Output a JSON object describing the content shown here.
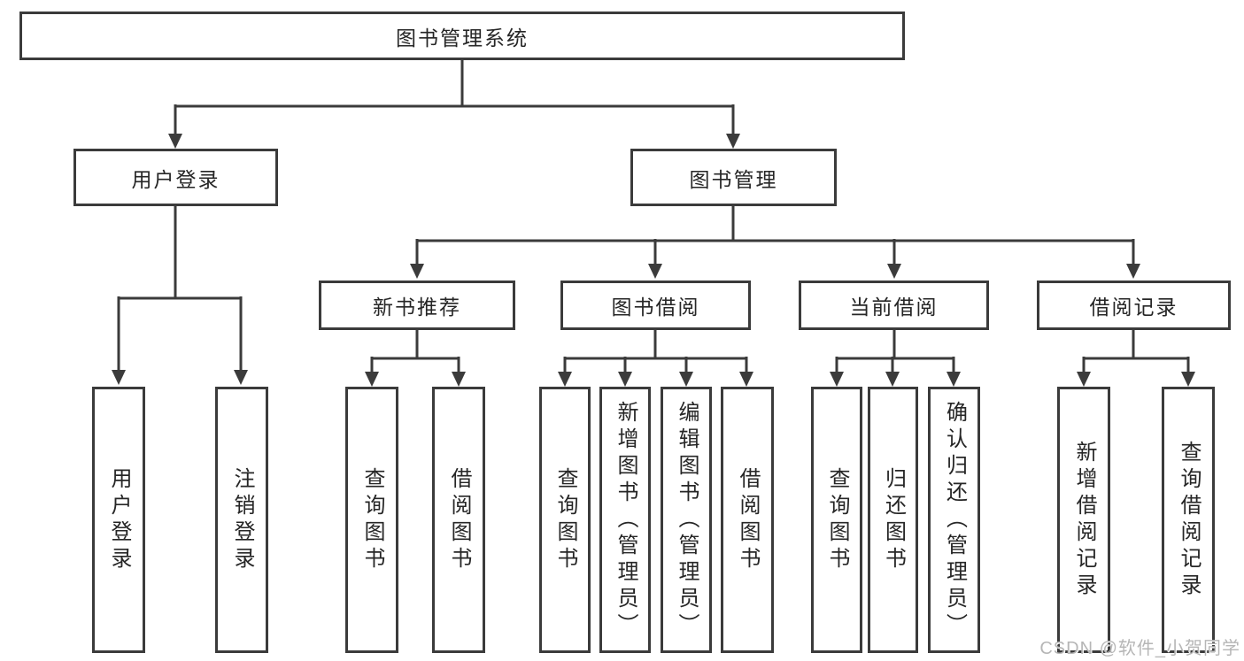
{
  "root": {
    "label": "图书管理系统"
  },
  "level2": {
    "user_login": {
      "label": "用户登录"
    },
    "book_management": {
      "label": "图书管理"
    }
  },
  "level3": {
    "new_book_recommend": {
      "label": "新书推荐"
    },
    "book_borrow": {
      "label": "图书借阅"
    },
    "current_borrow": {
      "label": "当前借阅"
    },
    "borrow_record": {
      "label": "借阅记录"
    }
  },
  "leaves": {
    "user_login": [
      "用户登录",
      "注销登录"
    ],
    "new_book_recommend": [
      "查询图书",
      "借阅图书"
    ],
    "book_borrow": [
      "查询图书",
      "新增图书（管理员）",
      "编辑图书（管理员）",
      "借阅图书"
    ],
    "current_borrow": [
      "查询图书",
      "归还图书",
      "确认归还（管理员）"
    ],
    "borrow_record": [
      "新增借阅记录",
      "查询借阅记录"
    ]
  },
  "watermark": {
    "label": "CSDN @软件_小贺同学"
  },
  "colors": {
    "line": "#3b3b3b",
    "text": "#262626",
    "background": "#ffffff",
    "watermark": "#b6b6b6"
  }
}
